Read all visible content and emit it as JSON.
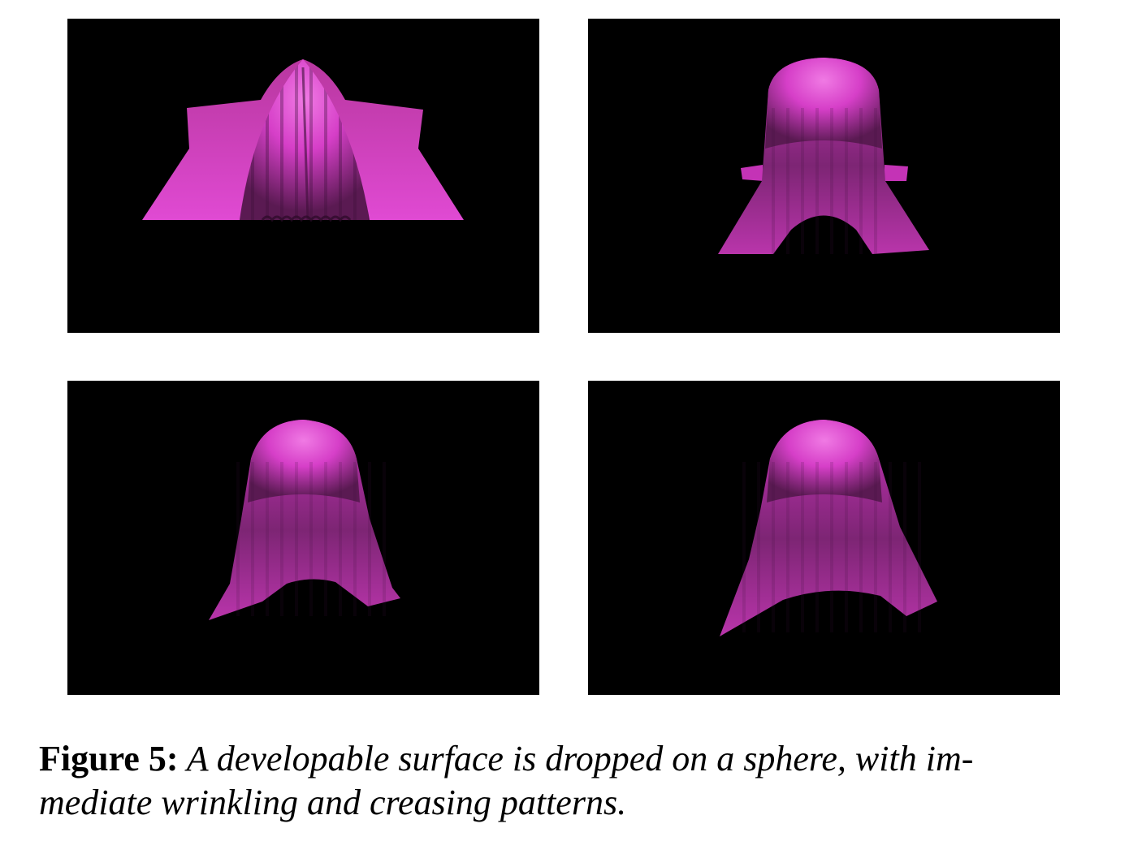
{
  "figure": {
    "label": "Figure 5:",
    "caption_line1": " A developable surface is dropped on a sphere, with im-",
    "caption_line2": "mediate wrinkling and creasing patterns.",
    "panel_background": "#000000",
    "cloth_color": "#d63fc8",
    "cloth_shadow": "#5a1a52",
    "cloth_highlight": "#f07ae4"
  }
}
